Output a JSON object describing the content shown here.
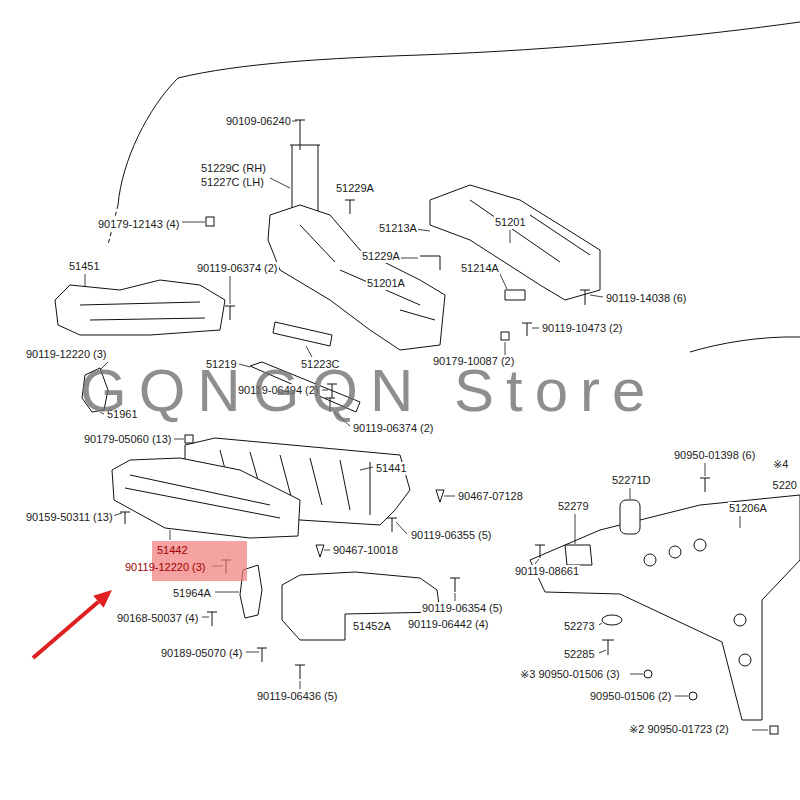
{
  "diagram": {
    "labels": [
      "90109-06240",
      "51229C (RH)",
      "51227C (LH)",
      "51229A",
      "90179-12143 (4)",
      "51213A",
      "51201",
      "51451",
      "90119-06374 (2)",
      "51229A",
      "51214A",
      "51201A",
      "90119-14038 (6)",
      "90119-10473 (2)",
      "90179-10087 (2)",
      "90119-12220 (3)",
      "51219",
      "51223C",
      "90119-06494 (2)",
      "51961",
      "90119-06374 (2)",
      "90179-05060 (13)",
      "51441",
      "90950-01398 (6)",
      "※4",
      "52271D",
      "5220",
      "51206A",
      "90467-07128",
      "90159-50311 (13)",
      "52279",
      "90119-06355 (5)",
      "51442",
      "90467-10018",
      "90119-12220 (3)",
      "90119-08661",
      "51964A",
      "90119-06354 (5)",
      "51452A",
      "90119-06442 (4)",
      "52273",
      "90168-50037 (4)",
      "52285",
      "※3 90950-01506 (3)",
      "90189-05070 (4)",
      "90119-06436 (5)",
      "90950-01506 (2)",
      "※2 90950-01723 (2)",
      "GQNGQN Store"
    ]
  }
}
